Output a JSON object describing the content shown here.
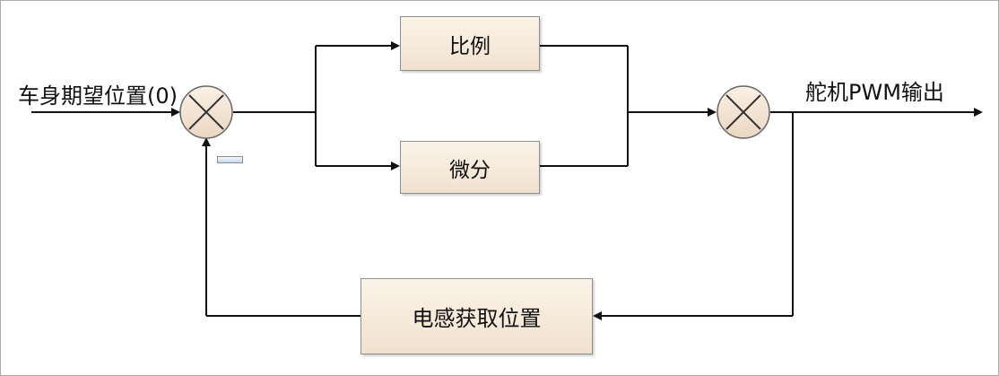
{
  "diagram": {
    "input_label": "车身期望位置(0)",
    "output_label": "舵机PWM输出",
    "blocks": {
      "proportional": "比例",
      "derivative": "微分",
      "sensor": "电感获取位置"
    }
  },
  "colors": {
    "line": "#111111",
    "block_border": "#8e8e8e",
    "block_fill_top": "#fbf3e8",
    "block_fill_bottom": "#f1e2cf",
    "sum_fill": "#f3e4d2"
  },
  "icons": {
    "summing_junction": "summing-junction-icon",
    "arrow": "arrowhead-icon"
  }
}
